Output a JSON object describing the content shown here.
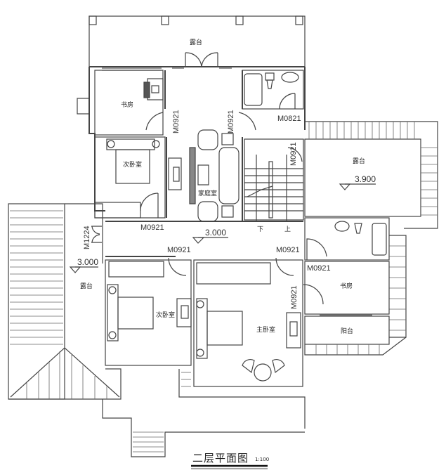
{
  "drawing": {
    "title": "二层平面图",
    "scale": "1:100"
  },
  "rooms": {
    "top_terrace": "露台",
    "study_top": "书房",
    "secondary_bedroom_top": "次卧室",
    "family_room": "家庭室",
    "right_terrace": "露台",
    "left_terrace": "露台",
    "secondary_bedroom_bottom": "次卧室",
    "master_bedroom": "主卧室",
    "study_right": "书房",
    "balcony": "阳台"
  },
  "stairs": {
    "down": "下",
    "up": "上"
  },
  "doors": {
    "study_top_door": "M0921",
    "bath_hall_door": "M0921",
    "bath_top_door": "M0821",
    "stair_terrace_door": "M0921",
    "bedroom_top_door": "M0921",
    "left_terrace_door": "M1224",
    "bedroom_bottom_door": "M0921",
    "master_door": "M0921",
    "right_hall_door": "M0921",
    "study_right_door": "M0921"
  },
  "elevations": {
    "hall": "3.000",
    "right_terrace": "3.900",
    "left_terrace": "3.000"
  }
}
